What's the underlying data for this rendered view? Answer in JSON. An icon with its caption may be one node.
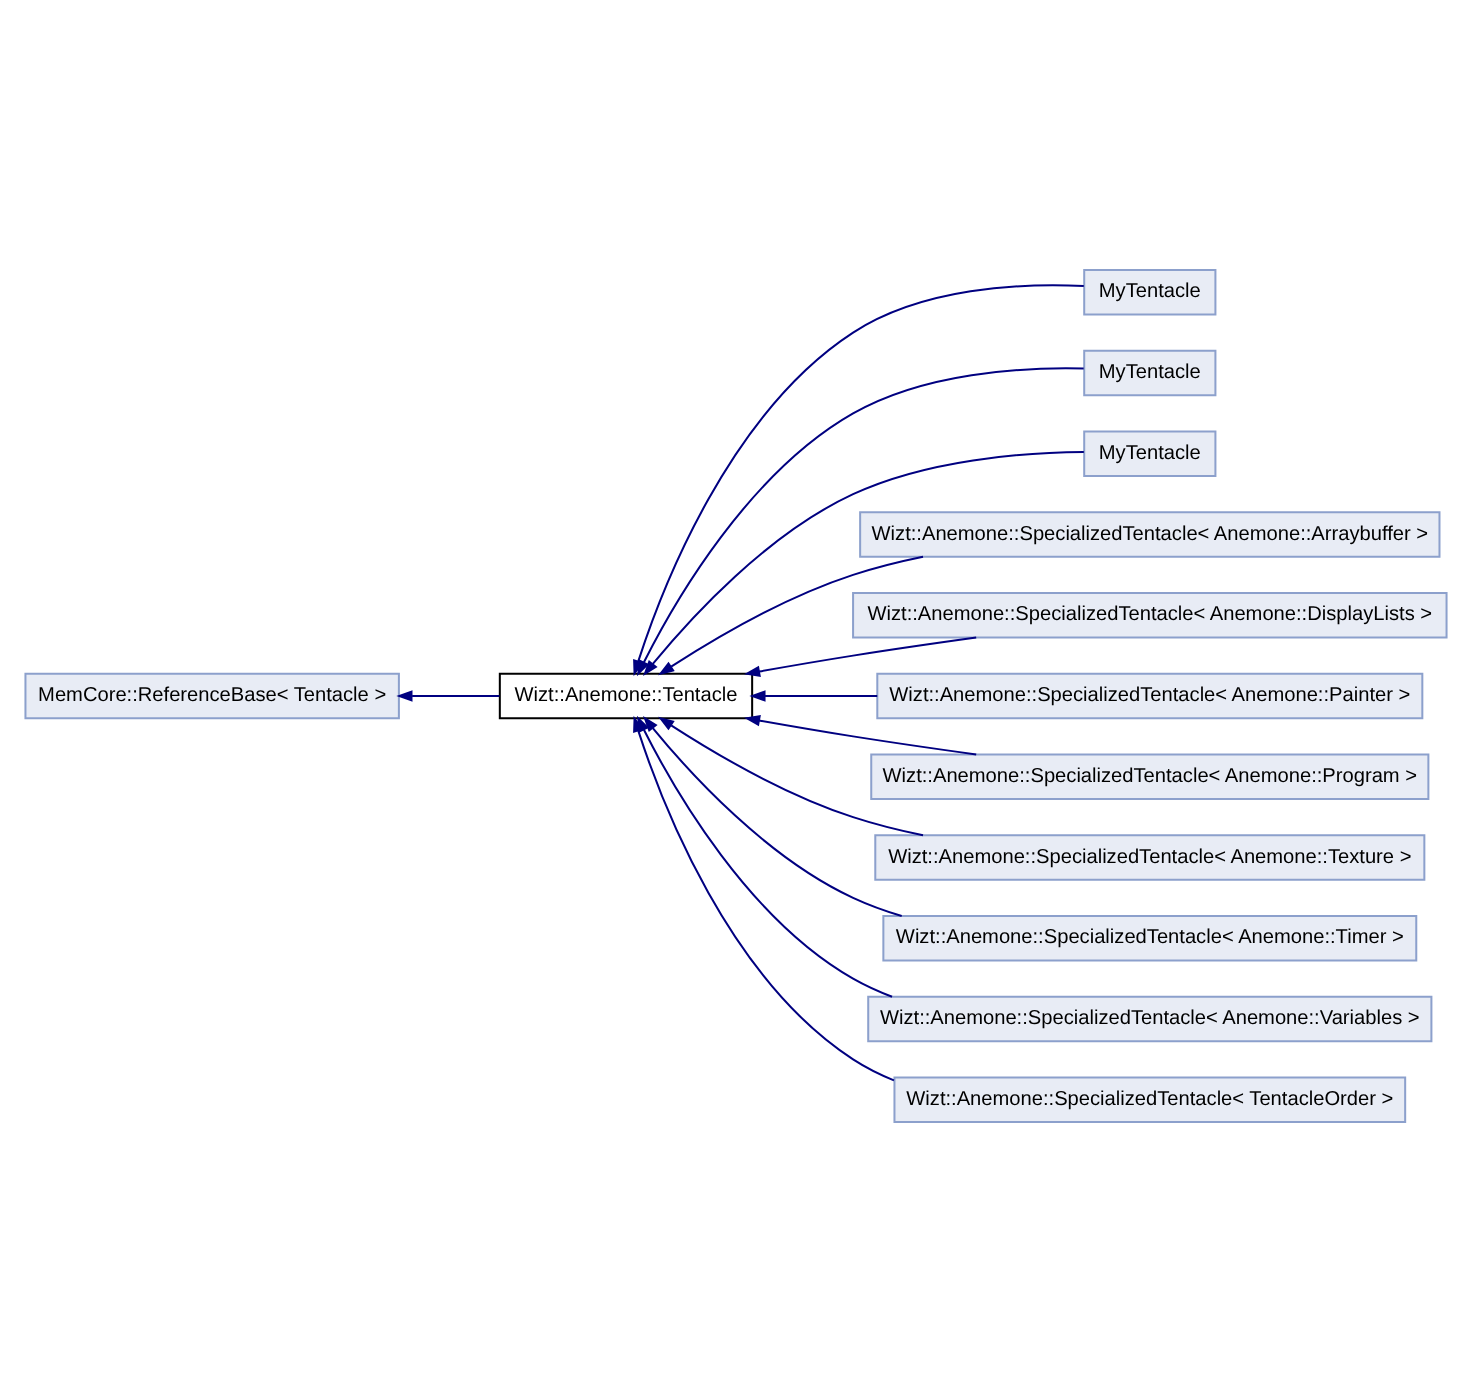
{
  "diagram": {
    "nodes": [
      {
        "text": [
          "MemCore::ReferenceBase< Tentacle >"
        ]
      },
      {
        "text": [
          "Wizt::Anemone::Tentacle"
        ]
      },
      {
        "text": [
          "MyTentacle"
        ]
      },
      {
        "text": [
          "MyTentacle"
        ]
      },
      {
        "text": [
          "MyTentacle"
        ]
      },
      {
        "text": [
          "Wizt::Anemone::SpecializedTentacle< Anemone::Arraybuffer >"
        ]
      },
      {
        "text": [
          "Wizt::Anemone::SpecializedTentacle< Anemone::DisplayLists >"
        ]
      },
      {
        "text": [
          "Wizt::Anemone::SpecializedTentacle< Anemone::Painter >"
        ]
      },
      {
        "text": [
          "Wizt::Anemone::SpecializedTentacle< Anemone::Program >"
        ]
      },
      {
        "text": [
          "Wizt::Anemone::SpecializedTentacle< Anemone::Texture >"
        ]
      },
      {
        "text": [
          "Wizt::Anemone::SpecializedTentacle< Anemone::Timer >"
        ]
      },
      {
        "text": [
          "Wizt::Anemone::SpecializedTentacle< Anemone::Variables >"
        ]
      },
      {
        "text": [
          "Wizt::Anemone::SpecializedTentacle< TentacleOrder >"
        ]
      }
    ],
    "edges": [
      {
        "from": 1,
        "to": 0,
        "arrow": "to"
      },
      {
        "from": 2,
        "to": 1,
        "arrow": "to"
      },
      {
        "from": 3,
        "to": 1,
        "arrow": "to"
      },
      {
        "from": 4,
        "to": 1,
        "arrow": "to"
      },
      {
        "from": 5,
        "to": 1,
        "arrow": "to"
      },
      {
        "from": 6,
        "to": 1,
        "arrow": "to"
      },
      {
        "from": 7,
        "to": 1,
        "arrow": "to"
      },
      {
        "from": 8,
        "to": 1,
        "arrow": "to"
      },
      {
        "from": 9,
        "to": 1,
        "arrow": "to"
      },
      {
        "from": 10,
        "to": 1,
        "arrow": "to"
      },
      {
        "from": 11,
        "to": 1,
        "arrow": "to"
      },
      {
        "from": 12,
        "to": 1,
        "arrow": "to"
      }
    ]
  }
}
